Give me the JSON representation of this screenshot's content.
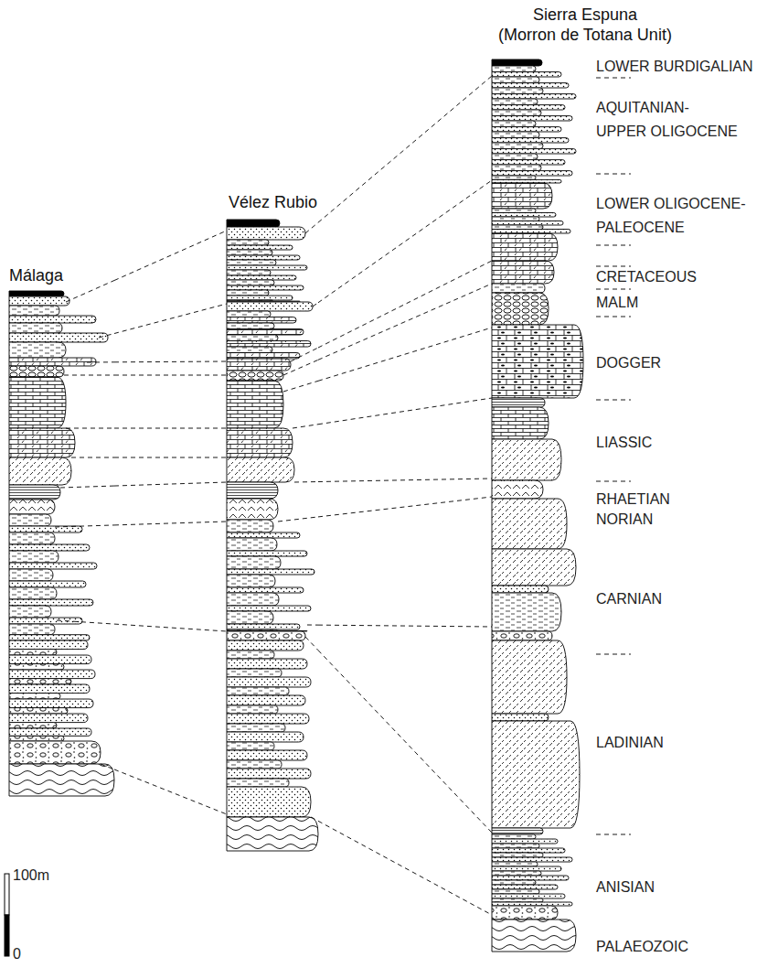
{
  "diagram": {
    "nodes": [
      {
        "text": [
          "Málaga"
        ]
      },
      {
        "text": [
          "Vélez Rubio"
        ]
      },
      {
        "text": [
          "Sierra Espuna",
          "(Morron de Totana Unit)"
        ]
      }
    ],
    "edges": [
      {
        "from": 0,
        "to": 1,
        "arrow": "none"
      },
      {
        "from": 0,
        "to": 1,
        "arrow": "none"
      },
      {
        "from": 0,
        "to": 1,
        "arrow": "none"
      },
      {
        "from": 0,
        "to": 1,
        "arrow": "none"
      },
      {
        "from": 0,
        "to": 1,
        "arrow": "none"
      },
      {
        "from": 0,
        "to": 1,
        "arrow": "none"
      },
      {
        "from": 0,
        "to": 1,
        "arrow": "none"
      },
      {
        "from": 0,
        "to": 1,
        "arrow": "none"
      },
      {
        "from": 0,
        "to": 1,
        "arrow": "none"
      },
      {
        "from": 0,
        "to": 1,
        "arrow": "none"
      },
      {
        "from": 1,
        "to": 2,
        "arrow": "none"
      },
      {
        "from": 1,
        "to": 2,
        "arrow": "none"
      },
      {
        "from": 1,
        "to": 2,
        "arrow": "none"
      },
      {
        "from": 1,
        "to": 2,
        "arrow": "none"
      },
      {
        "from": 1,
        "to": 2,
        "arrow": "none"
      },
      {
        "from": 1,
        "to": 2,
        "arrow": "none"
      },
      {
        "from": 1,
        "to": 2,
        "arrow": "none"
      },
      {
        "from": 1,
        "to": 2,
        "arrow": "none"
      },
      {
        "from": 1,
        "to": 2,
        "arrow": "none"
      },
      {
        "from": 1,
        "to": 2,
        "arrow": "none"
      },
      {
        "from": 1,
        "to": 2,
        "arrow": "none"
      }
    ],
    "labels": [
      "LOWER BURDIGALIAN",
      "AQUITANIAN- UPPER OLIGOCENE",
      "LOWER OLIGOCENE- PALEOCENE",
      "CRETACEOUS",
      "MALM",
      "DOGGER",
      "LIASSIC",
      "RHAETIAN",
      "NORIAN",
      "CARNIAN",
      "LADINIAN",
      "ANISIAN",
      "PALAEOZOIC",
      "100m",
      "0"
    ]
  }
}
